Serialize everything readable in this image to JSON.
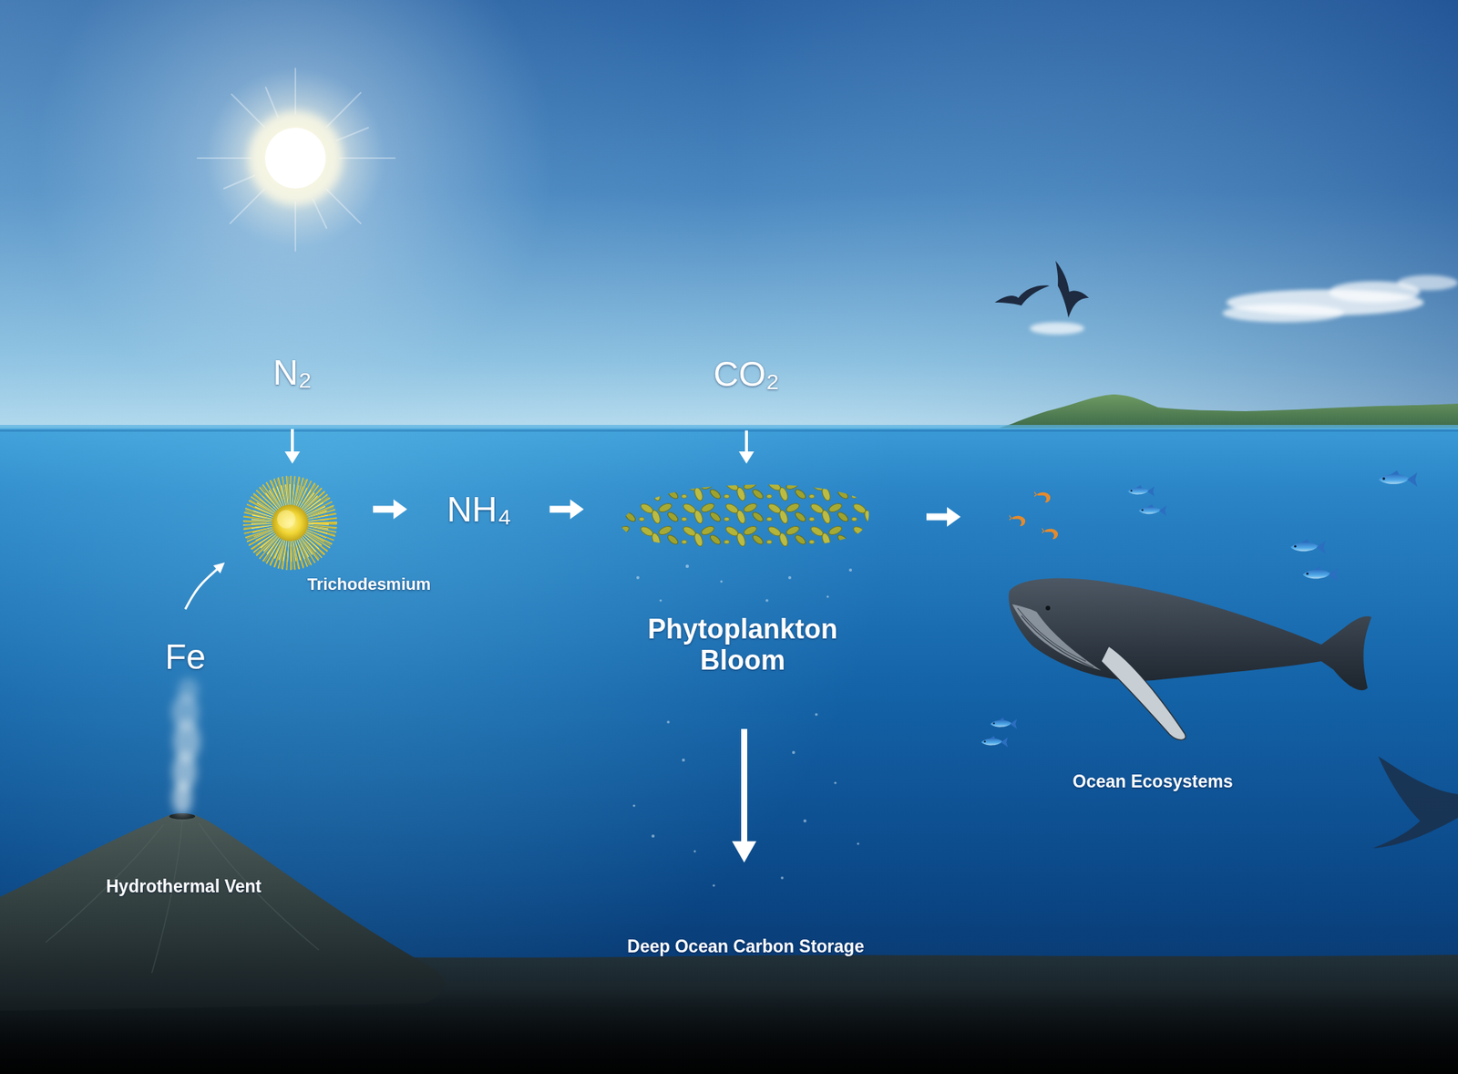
{
  "diagram": {
    "nodes": [
      {
        "text": [
          "N₂"
        ]
      },
      {
        "text": [
          "CO₂"
        ]
      },
      {
        "text": [
          "Trichodesmium"
        ]
      },
      {
        "text": [
          "NH₄"
        ]
      },
      {
        "text": [
          "Phytoplankton Bloom"
        ]
      },
      {
        "text": [
          "Fe"
        ]
      },
      {
        "text": [
          "Ocean Ecosystems"
        ]
      },
      {
        "text": [
          "Hydrothermal Vent"
        ]
      },
      {
        "text": [
          "Deep Ocean Carbon Storage"
        ]
      }
    ],
    "edges": [
      {
        "from": 0,
        "to": 2,
        "arrow": "to"
      },
      {
        "from": 1,
        "to": 4,
        "arrow": "to"
      },
      {
        "from": 2,
        "to": 3,
        "arrow": "to"
      },
      {
        "from": 3,
        "to": 4,
        "arrow": "to"
      },
      {
        "from": 4,
        "to": 6,
        "arrow": "to"
      },
      {
        "from": 5,
        "to": 2,
        "arrow": "to"
      },
      {
        "from": 4,
        "to": 8,
        "arrow": "to"
      }
    ]
  }
}
